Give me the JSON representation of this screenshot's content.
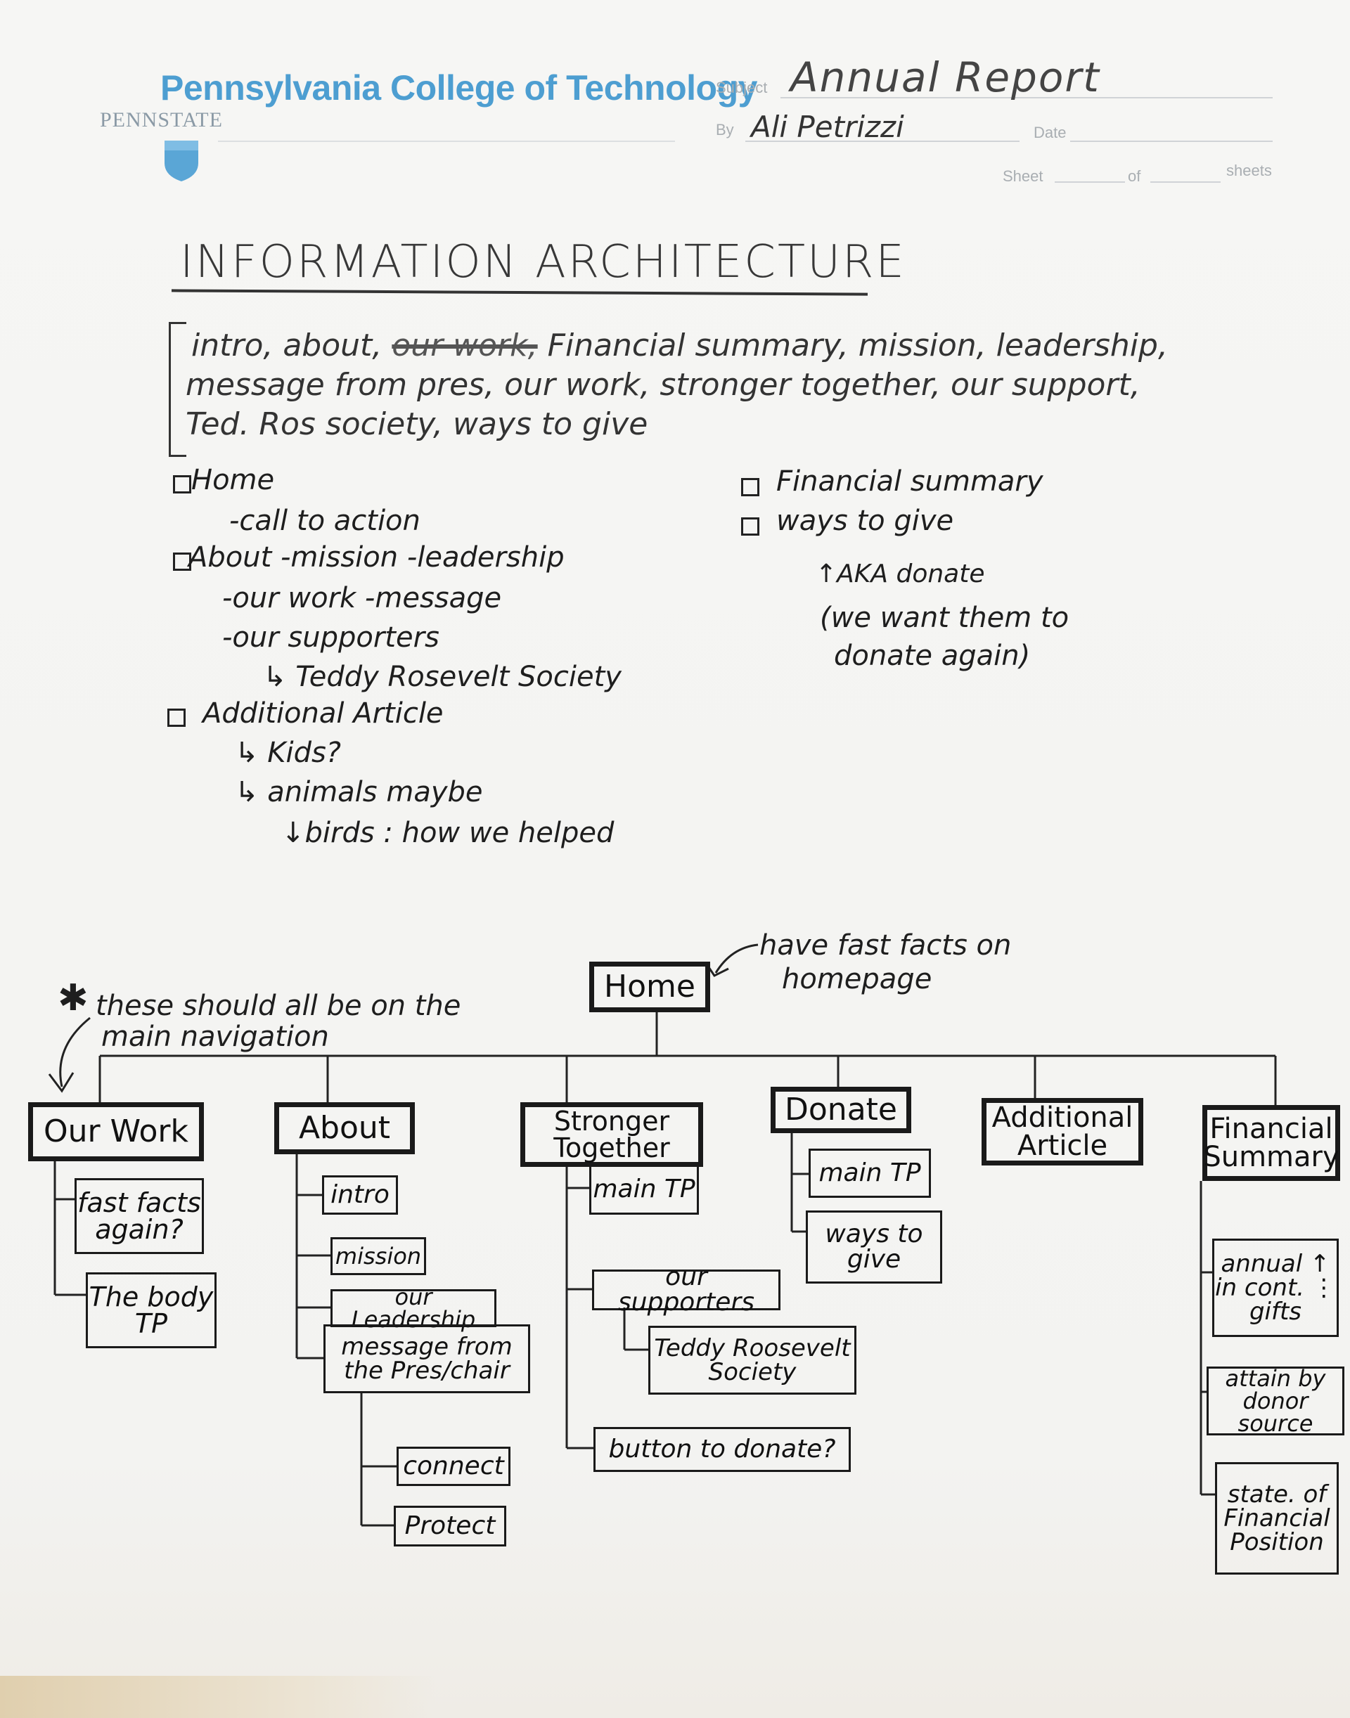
{
  "header": {
    "institution": "Pennsylvania College of Technology",
    "parent": "PENNSTATE",
    "subject_label": "Subject",
    "subject_value": "Annual Report",
    "by_label": "By",
    "by_value": "Ali Petrizzi",
    "date_label": "Date",
    "sheet_label": "Sheet",
    "of_label": "of",
    "sheets_label": "sheets"
  },
  "title": "INFORMATION ARCHITECTURE",
  "intro": {
    "line1_a": "intro, about,",
    "line1_struck": "our work,",
    "line1_b": "Financial summary, mission, leadership,",
    "line2": "message from pres, our work, stronger together, our support,",
    "line3": "Ted. Ros society, ways to give"
  },
  "outline_left": [
    {
      "text": "Home",
      "checkbox": true
    },
    {
      "text": "-call to action"
    },
    {
      "text": "About   -mission  -leadership",
      "checkbox": true
    },
    {
      "text": "-our work  -message"
    },
    {
      "text": "-our supporters"
    },
    {
      "text": "↳ Teddy Rosevelt Society"
    },
    {
      "text": "Additional Article",
      "checkbox": true
    },
    {
      "text": "↳ Kids?"
    },
    {
      "text": "↳ animals maybe"
    },
    {
      "text": "↓birds : how we helped"
    }
  ],
  "outline_right": [
    {
      "text": "Financial summary",
      "checkbox": true
    },
    {
      "text": "ways to give",
      "checkbox": true
    },
    {
      "text": "↑AKA donate"
    },
    {
      "text": "(we want them to"
    },
    {
      "text": "donate again)"
    }
  ],
  "annotations": {
    "home_note_1": "have fast facts on",
    "home_note_2": "homepage",
    "nav_star": "✱",
    "nav_note_1": "these should all be on the",
    "nav_note_2": "main navigation"
  },
  "sitemap": {
    "home": "Home",
    "sections": [
      {
        "label": "Our Work",
        "children": [
          "fast facts\nagain?",
          "The body\nTP"
        ]
      },
      {
        "label": "About",
        "children": [
          "intro",
          "mission",
          "our Leadership",
          "message from\nthe Pres/chair"
        ],
        "grandchildren": [
          "connect",
          "Protect"
        ]
      },
      {
        "label": "Stronger\nTogether",
        "children": [
          "main TP",
          "our supporters",
          "button to donate?"
        ],
        "grandchildren": [
          "Teddy Roosevelt\nSociety"
        ]
      },
      {
        "label": "Donate",
        "children": [
          "main TP",
          "ways to\ngive"
        ]
      },
      {
        "label": "Additional\nArticle",
        "children": []
      },
      {
        "label": "Financial\nSummary",
        "children": [
          "annual ↑\nin cont. ⋮\ngifts",
          "attain by\ndonor source",
          "state. of\nFinancial\nPosition"
        ]
      }
    ]
  }
}
